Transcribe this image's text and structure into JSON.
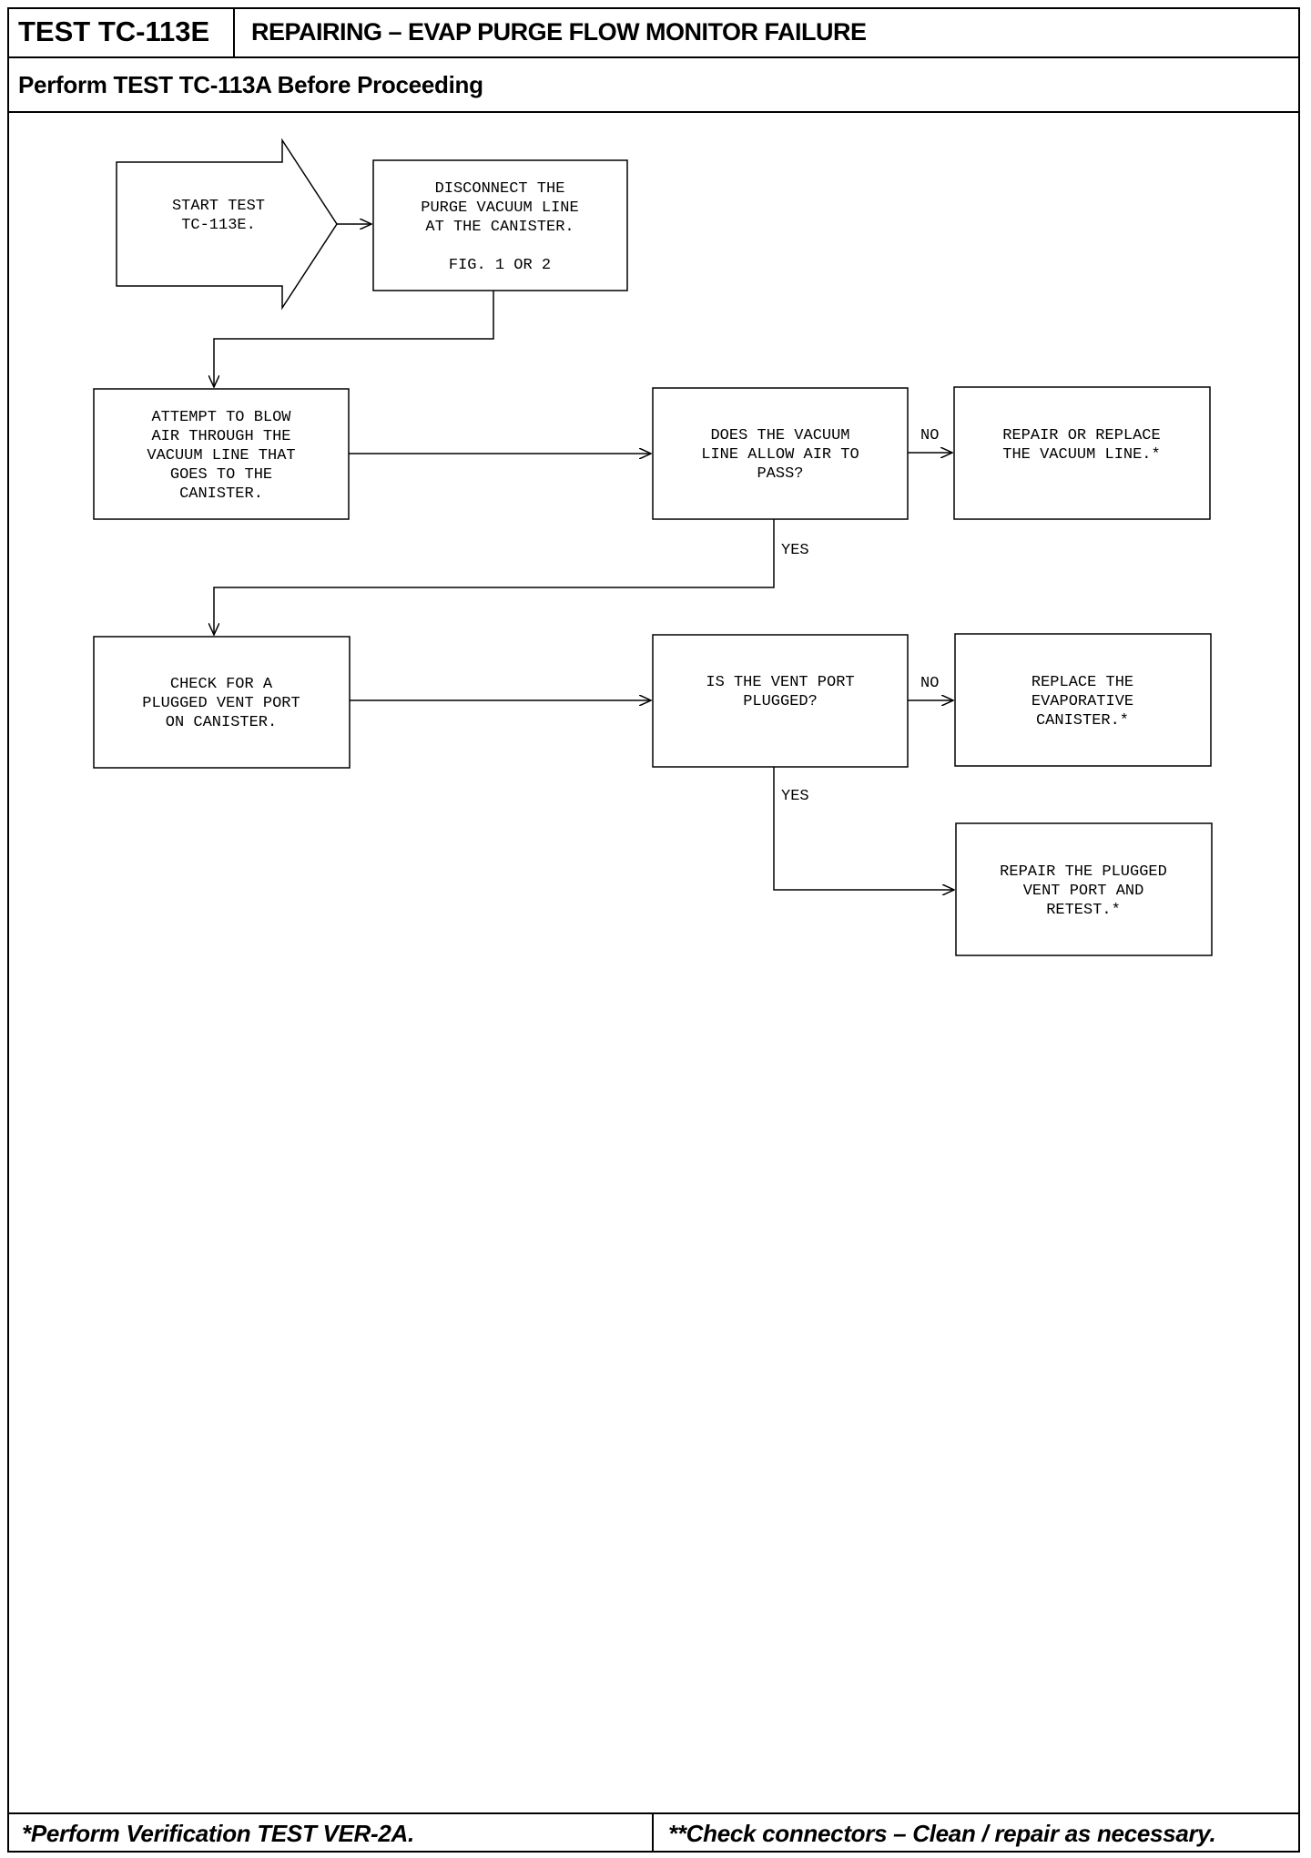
{
  "header": {
    "test_id": "TEST TC-113E",
    "title": "REPAIRING – EVAP PURGE FLOW MONITOR FAILURE",
    "prerequisite": "Perform TEST TC-113A Before Proceeding"
  },
  "flowchart": {
    "nodes": [
      {
        "id": "start",
        "shape": "arrow",
        "lines": [
          "START TEST",
          "TC-113E."
        ]
      },
      {
        "id": "disconnect",
        "shape": "box",
        "lines": [
          "DISCONNECT THE",
          "PURGE VACUUM LINE",
          "AT THE CANISTER.",
          "",
          "FIG. 1 OR 2"
        ]
      },
      {
        "id": "blow-air",
        "shape": "box",
        "lines": [
          "ATTEMPT TO BLOW",
          "AIR THROUGH THE",
          "VACUUM LINE THAT",
          "GOES TO THE",
          "CANISTER."
        ]
      },
      {
        "id": "q-air-pass",
        "shape": "box",
        "lines": [
          "DOES THE VACUUM",
          "LINE ALLOW AIR TO",
          "PASS?"
        ]
      },
      {
        "id": "repair-line",
        "shape": "box",
        "lines": [
          "REPAIR OR REPLACE",
          "THE VACUUM LINE.*"
        ]
      },
      {
        "id": "check-vent",
        "shape": "box",
        "lines": [
          "CHECK FOR A",
          "PLUGGED VENT PORT",
          "ON CANISTER."
        ]
      },
      {
        "id": "q-vent-plugged",
        "shape": "box",
        "lines": [
          "IS THE VENT PORT",
          "PLUGGED?"
        ]
      },
      {
        "id": "replace-canister",
        "shape": "box",
        "lines": [
          "REPLACE THE",
          "EVAPORATIVE",
          "CANISTER.*"
        ]
      },
      {
        "id": "repair-vent",
        "shape": "box",
        "lines": [
          "REPAIR THE PLUGGED",
          "VENT PORT AND",
          "RETEST.*"
        ]
      }
    ],
    "edges": [
      {
        "from": "start",
        "to": "disconnect",
        "label": ""
      },
      {
        "from": "disconnect",
        "to": "blow-air",
        "label": ""
      },
      {
        "from": "blow-air",
        "to": "q-air-pass",
        "label": ""
      },
      {
        "from": "q-air-pass",
        "to": "repair-line",
        "label": "NO"
      },
      {
        "from": "q-air-pass",
        "to": "check-vent",
        "label": "YES"
      },
      {
        "from": "check-vent",
        "to": "q-vent-plugged",
        "label": ""
      },
      {
        "from": "q-vent-plugged",
        "to": "replace-canister",
        "label": "NO"
      },
      {
        "from": "q-vent-plugged",
        "to": "repair-vent",
        "label": "YES"
      }
    ]
  },
  "footer": {
    "left": "*Perform Verification TEST VER-2A.",
    "right": "**Check connectors – Clean / repair as necessary."
  }
}
